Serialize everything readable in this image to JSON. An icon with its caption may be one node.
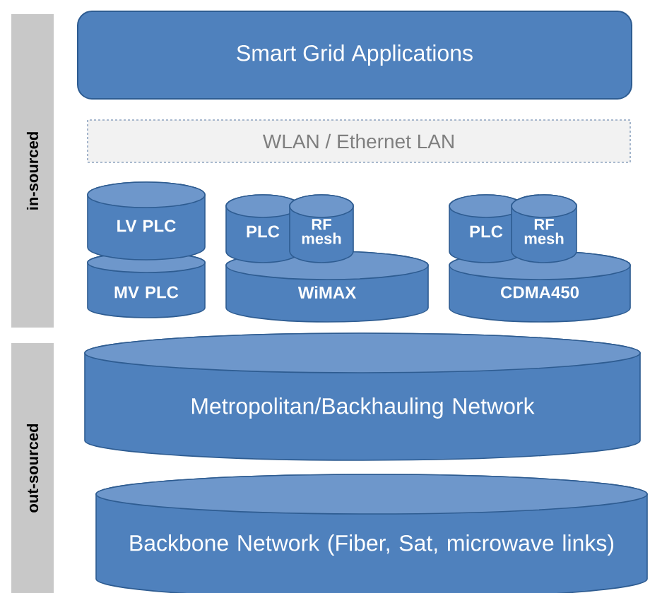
{
  "diagram": {
    "nodes": [
      {
        "text": [
          "in-sourced"
        ]
      },
      {
        "text": [
          "Smart Grid Applications"
        ]
      },
      {
        "text": [
          "WLAN / Ethernet LAN"
        ]
      },
      {
        "text": [
          "LV PLC"
        ]
      },
      {
        "text": [
          "MV PLC"
        ]
      },
      {
        "text": [
          "PLC"
        ]
      },
      {
        "text": [
          "RF mesh"
        ]
      },
      {
        "text": [
          "WiMAX"
        ]
      },
      {
        "text": [
          "PLC"
        ]
      },
      {
        "text": [
          "RF mesh"
        ]
      },
      {
        "text": [
          "CDMA450"
        ]
      },
      {
        "text": [
          "out-sourced"
        ]
      },
      {
        "text": [
          "Metropolitan/Backhauling Network"
        ]
      },
      {
        "text": [
          "Backbone Network (Fiber, Sat, microwave links)"
        ]
      }
    ]
  }
}
